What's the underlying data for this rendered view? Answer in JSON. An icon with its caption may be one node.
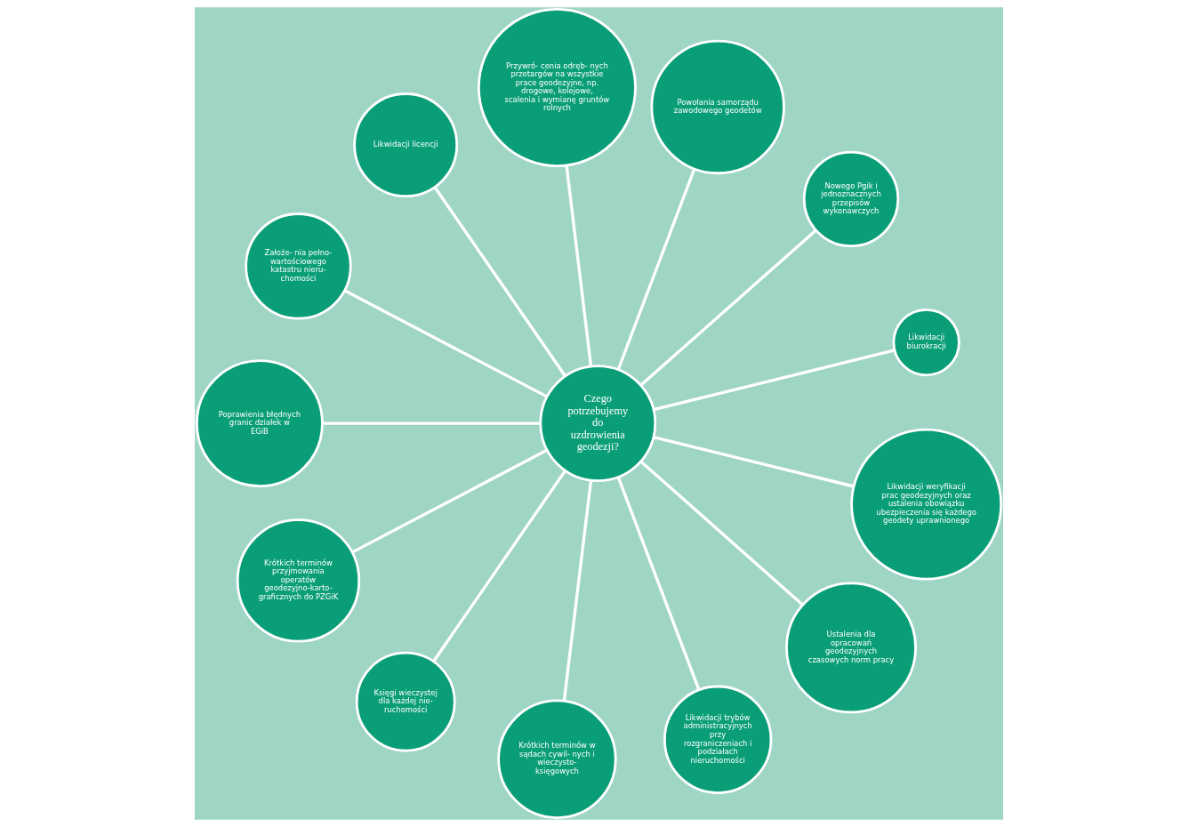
{
  "diagram": {
    "nodes": [
      {
        "text": [
          "Czego potrzebujemy do uzdrowienia geodezji?"
        ]
      },
      {
        "text": [
          "Likwidacji biurokracji"
        ]
      },
      {
        "text": [
          "Nowego Pgik i jednoznacznych przepisów wykonawczych"
        ]
      },
      {
        "text": [
          "Powołania samorządu zawodowego geodetów"
        ]
      },
      {
        "text": [
          "Przywró- cenia odręb- nych przetargów na wszystkie prace geodezyjne, np. drogowe, kolejowe, scalenia i wymianę gruntów rolnych"
        ]
      },
      {
        "text": [
          "Likwidacji licencji"
        ]
      },
      {
        "text": [
          "Założe- nia pełno- wartościowego katastru nieru- chomości"
        ]
      },
      {
        "text": [
          "Poprawienia błędnych granic działek w EGiB"
        ]
      },
      {
        "text": [
          "Krótkich terminów przyjmowania operatów geodezyjno-karto- graficznych do PZGiK"
        ]
      },
      {
        "text": [
          "Księgi wieczystej dla każdej nie- ruchomości"
        ]
      },
      {
        "text": [
          "Krótkich terminów w sądach cywil- nych i wieczysto- księgowych"
        ]
      },
      {
        "text": [
          "Likwidacji trybów administracyjnych przy rozgraniczeniach i podziałach nieruchomości"
        ]
      },
      {
        "text": [
          "Ustalenia dla opracowań geodezyjnych czasowych norm pracy"
        ]
      },
      {
        "text": [
          "Likwidacji weryfikacji prac geodezyjnych oraz ustalenia obowiązku ubezpieczenia się każdego geodety uprawnionego"
        ]
      }
    ],
    "edges": [
      {
        "from": 0,
        "to": 1,
        "arrow": "none"
      },
      {
        "from": 0,
        "to": 2,
        "arrow": "none"
      },
      {
        "from": 0,
        "to": 3,
        "arrow": "none"
      },
      {
        "from": 0,
        "to": 4,
        "arrow": "none"
      },
      {
        "from": 0,
        "to": 5,
        "arrow": "none"
      },
      {
        "from": 0,
        "to": 6,
        "arrow": "none"
      },
      {
        "from": 0,
        "to": 7,
        "arrow": "none"
      },
      {
        "from": 0,
        "to": 8,
        "arrow": "none"
      },
      {
        "from": 0,
        "to": 9,
        "arrow": "none"
      },
      {
        "from": 0,
        "to": 10,
        "arrow": "none"
      },
      {
        "from": 0,
        "to": 11,
        "arrow": "none"
      },
      {
        "from": 0,
        "to": 12,
        "arrow": "none"
      },
      {
        "from": 0,
        "to": 13,
        "arrow": "none"
      }
    ]
  }
}
